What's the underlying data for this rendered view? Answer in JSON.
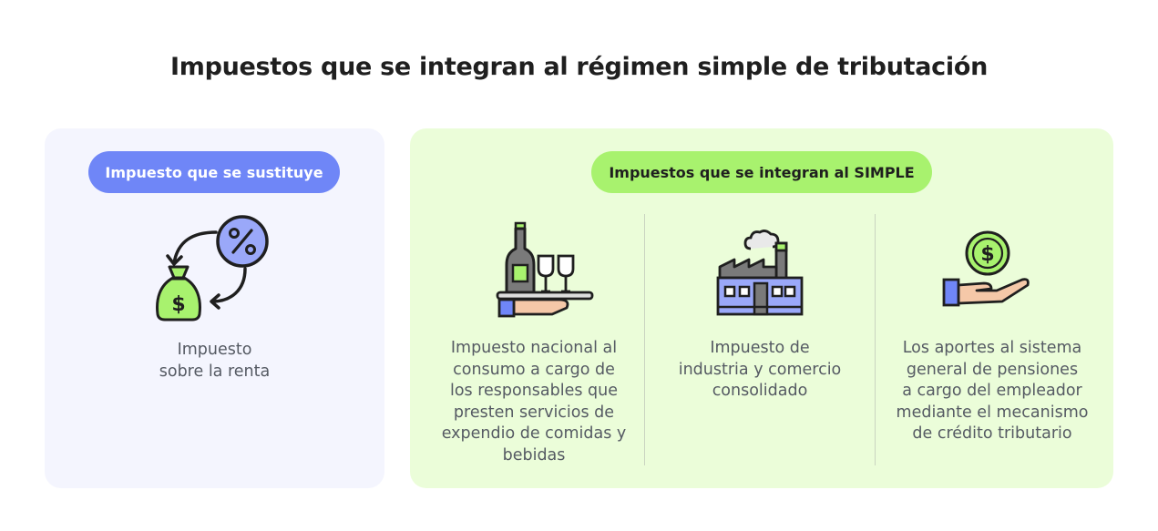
{
  "title": "Impuestos que se integran al régimen simple de tributación",
  "left_panel": {
    "pill": "Impuesto que se sustituye",
    "item": {
      "icon": "money-bag-percent-exchange-icon",
      "line1": "Impuesto",
      "line2": "sobre la renta"
    }
  },
  "right_panel": {
    "pill": "Impuestos que se integran al SIMPLE",
    "items": [
      {
        "icon": "wine-tray-icon",
        "lines": [
          "Impuesto nacional al",
          "consumo a cargo de",
          "los responsables que",
          "presten servicios de",
          "expendio de comidas y",
          "bebidas"
        ]
      },
      {
        "icon": "factory-icon",
        "lines": [
          "Impuesto de",
          "industria y comercio",
          "consolidado"
        ]
      },
      {
        "icon": "hand-coin-icon",
        "lines": [
          "Los aportes al sistema",
          "general de pensiones",
          "a cargo del empleador",
          "mediante el mecanismo",
          "de crédito tributario"
        ]
      }
    ]
  },
  "colors": {
    "blue_pill": "#6f86f7",
    "green_pill": "#a8f26e",
    "left_bg": "#f4f5fe",
    "right_bg": "#ebfdd9"
  }
}
